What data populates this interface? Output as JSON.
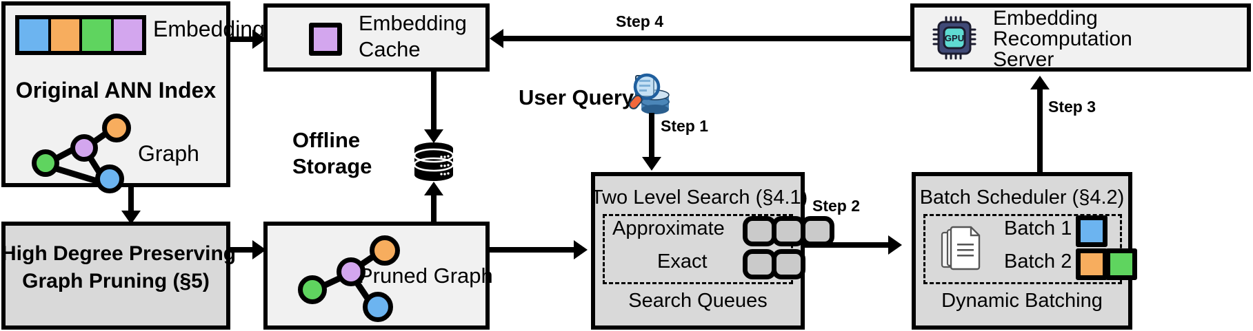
{
  "colors": {
    "blue": "#6cb4f0",
    "orange": "#f7ad5e",
    "green": "#5fd45f",
    "purple": "#d3a6ee",
    "gpu_frame": "#404a77",
    "gpu_core": "#5fdbd2",
    "box_fill": "#f1f1f1",
    "box_fill_grey": "#d9d9d9",
    "stroke": "#000000"
  },
  "boxes": {
    "original_ann_index": {
      "title": "Original ANN Index",
      "embedding_label": "Embedding",
      "graph_label": "Graph",
      "embedding_cells": [
        "blue",
        "orange",
        "green",
        "purple"
      ],
      "graph_nodes": [
        "green",
        "purple",
        "orange",
        "blue"
      ]
    },
    "pruning": {
      "line1": "High Degree Preserving",
      "line2": "Graph Pruning (§5)"
    },
    "embedding_cache": {
      "line1": "Embedding",
      "line2": "Cache",
      "chip_color": "purple"
    },
    "pruned_graph": {
      "label": "Pruned Graph",
      "graph_nodes": [
        "green",
        "purple",
        "orange",
        "blue"
      ]
    },
    "two_level_search": {
      "title": "Two Level Search (§4.1)",
      "footer": "Search Queues",
      "rows": [
        {
          "label": "Approximate",
          "slots": 3
        },
        {
          "label": "Exact",
          "slots": 2
        }
      ]
    },
    "batch_scheduler": {
      "title": "Batch Scheduler (§4.2)",
      "footer": "Dynamic Batching",
      "icon": "documents-icon",
      "batches": [
        {
          "label": "Batch 1",
          "chips": [
            "blue"
          ]
        },
        {
          "label": "Batch 2",
          "chips": [
            "orange",
            "green"
          ]
        }
      ]
    },
    "recomputation_server": {
      "line1": "Embedding",
      "line2": "Recomputation",
      "line3": "Server",
      "icon_text": "GPU"
    }
  },
  "offline_storage": {
    "line1": "Offline",
    "line2": "Storage",
    "icon": "database-icon"
  },
  "user_query": {
    "label": "User Query",
    "icon": "search-document-database-icon"
  },
  "steps": {
    "step1": "Step 1",
    "step2": "Step 2",
    "step3": "Step 3",
    "step4": "Step 4"
  }
}
